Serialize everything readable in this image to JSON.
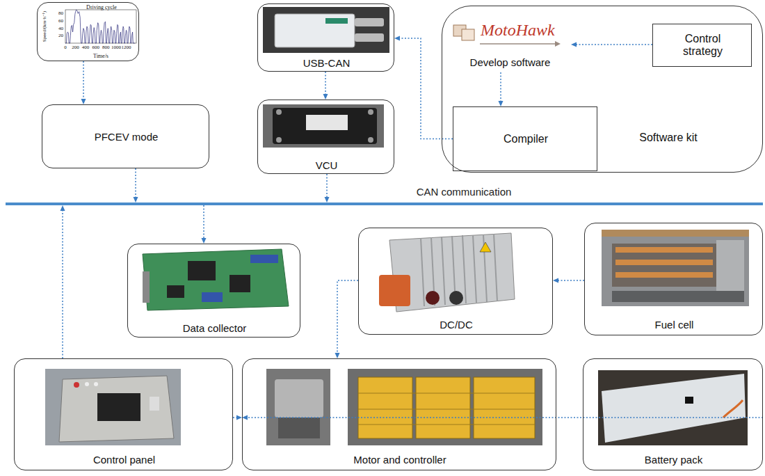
{
  "diagram": {
    "nodes": [
      {
        "text": [
          "Driving cycle"
        ]
      },
      {
        "text": [
          "USB-CAN"
        ]
      },
      {
        "text": [
          "Software kit"
        ]
      },
      {
        "text": [
          "MotoHawk",
          "Develop software"
        ],
        "in": 2
      },
      {
        "text": [
          "Control strategy"
        ],
        "in": 2
      },
      {
        "text": [
          "Compiler"
        ],
        "in": 2
      },
      {
        "text": [
          "PFCEV mode"
        ]
      },
      {
        "text": [
          "VCU"
        ]
      },
      {
        "text": [
          "CAN communication"
        ]
      },
      {
        "text": [
          "Data collector"
        ]
      },
      {
        "text": [
          "DC/DC"
        ]
      },
      {
        "text": [
          "Fuel cell"
        ]
      },
      {
        "text": [
          "Control panel"
        ]
      },
      {
        "text": [
          "Motor and controller"
        ]
      },
      {
        "text": [
          "Battery pack"
        ]
      }
    ],
    "edges": [
      {
        "from": 0,
        "to": 6,
        "arrow": "to"
      },
      {
        "from": 1,
        "to": 7,
        "arrow": "to"
      },
      {
        "from": 5,
        "to": 1,
        "arrow": "to"
      },
      {
        "from": 4,
        "to": 3,
        "arrow": "to"
      },
      {
        "from": 3,
        "to": 5,
        "arrow": "to"
      },
      {
        "from": 6,
        "to": 8,
        "arrow": "to"
      },
      {
        "from": 7,
        "to": 8,
        "arrow": "to"
      },
      {
        "from": 8,
        "to": 9,
        "arrow": "to"
      },
      {
        "from": 12,
        "to": 8,
        "arrow": "to"
      },
      {
        "from": 12,
        "to": 13,
        "arrow": "to"
      },
      {
        "from": 10,
        "to": 13,
        "arrow": "to"
      },
      {
        "from": 11,
        "to": 10,
        "arrow": "to"
      },
      {
        "from": 14,
        "to": 13,
        "arrow": "to"
      }
    ],
    "labels": [
      "Speed/(km·h⁻¹)",
      "80",
      "60",
      "40",
      "20",
      "0",
      "200",
      "400",
      "600",
      "800",
      "1000",
      "1200",
      "Time/s"
    ]
  }
}
